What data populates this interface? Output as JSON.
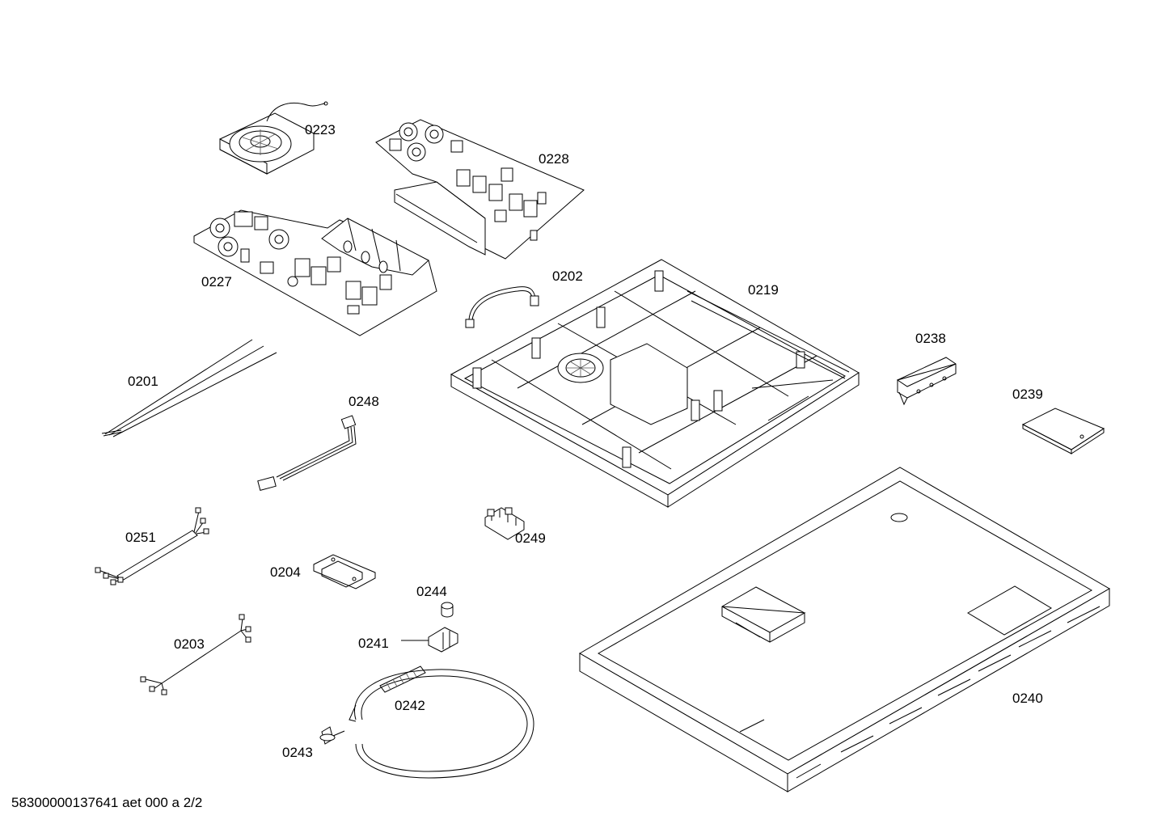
{
  "parts": [
    {
      "id": "p0223",
      "label": "0223"
    },
    {
      "id": "p0228",
      "label": "0228"
    },
    {
      "id": "p0227",
      "label": "0227"
    },
    {
      "id": "p0202",
      "label": "0202"
    },
    {
      "id": "p0219",
      "label": "0219"
    },
    {
      "id": "p0238",
      "label": "0238"
    },
    {
      "id": "p0239",
      "label": "0239"
    },
    {
      "id": "p0201",
      "label": "0201"
    },
    {
      "id": "p0248",
      "label": "0248"
    },
    {
      "id": "p0251",
      "label": "0251"
    },
    {
      "id": "p0249",
      "label": "0249"
    },
    {
      "id": "p0204",
      "label": "0204"
    },
    {
      "id": "p0244",
      "label": "0244"
    },
    {
      "id": "p0241",
      "label": "0241"
    },
    {
      "id": "p0203",
      "label": "0203"
    },
    {
      "id": "p0242",
      "label": "0242"
    },
    {
      "id": "p0243",
      "label": "0243"
    },
    {
      "id": "p0240",
      "label": "0240"
    }
  ],
  "footer": {
    "text": "58300000137641 aet 000 a 2/2"
  }
}
